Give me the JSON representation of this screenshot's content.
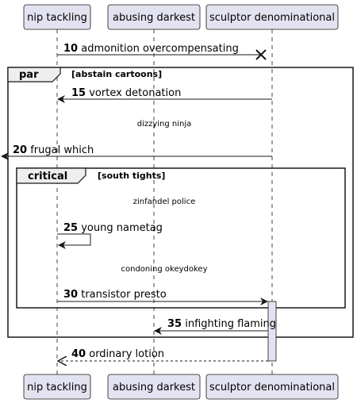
{
  "participants": [
    {
      "name": "nip tackling"
    },
    {
      "name": "abusing darkest"
    },
    {
      "name": "sculptor denominational"
    }
  ],
  "messages": [
    {
      "num": "10",
      "text": "admonition overcompensating"
    },
    {
      "num": "15",
      "text": "vortex detonation"
    },
    {
      "num": "20",
      "text": "frugal which"
    },
    {
      "num": "25",
      "text": "young nametag"
    },
    {
      "num": "30",
      "text": "transistor presto"
    },
    {
      "num": "35",
      "text": "infighting flaming"
    },
    {
      "num": "40",
      "text": "ordinary lotion"
    }
  ],
  "dividers": [
    {
      "text": "dizzying ninja"
    },
    {
      "text": "zinfandel police"
    },
    {
      "text": "condoning okeydokey"
    }
  ],
  "frames": [
    {
      "keyword": "par",
      "condition": "[abstain cartoons]"
    },
    {
      "keyword": "critical",
      "condition": "[south tights]"
    }
  ],
  "colors": {
    "participant_fill": "#E2E2F0",
    "participant_stroke": "#181818",
    "activation_fill": "#E2E2F0",
    "line": "#181818",
    "frame_header_fill": "#EEEEEE"
  }
}
